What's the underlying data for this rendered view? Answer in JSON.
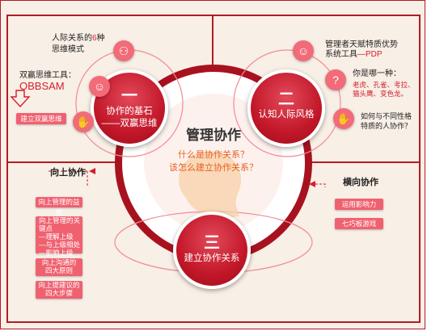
{
  "center": {
    "title": "管理协作",
    "q1": "什么是协作关系？",
    "q2": "该怎么建立协作关系？"
  },
  "circle_one": {
    "num": "一",
    "line1": "协作的基石",
    "line2": "——双赢思维"
  },
  "circle_two": {
    "num": "二",
    "line1": "认知人际风格"
  },
  "circle_three": {
    "num": "三",
    "line1": "建立协作关系"
  },
  "top_left": {
    "line1_a": "人际关系的",
    "line1_b": "6",
    "line1_c": "种",
    "line2": "思维模式",
    "tool_label": "双赢思维工具：",
    "tool_name": "OBBSAM",
    "build_label": "建立双赢思维"
  },
  "top_right": {
    "line1": "管理者天赋特质优势",
    "line2_a": "系统工具",
    "line2_b": "—PDP",
    "which_title": "你是哪一种：",
    "which_line1": "老虎、孔雀、考拉、",
    "which_line2": "猫头鹰、变色龙。",
    "how_line1": "如何与不同性格",
    "how_line2": "特质的人协作？"
  },
  "left_panel": {
    "title": "向上协作",
    "items": [
      {
        "lines": [
          "向上管理的益处"
        ]
      },
      {
        "lines": [
          "向上管理的关键点",
          "—理解上级",
          "—与上级相处",
          "—影响上级"
        ]
      },
      {
        "lines": [
          "向上沟通的",
          "四大原则"
        ]
      },
      {
        "lines": [
          "向上提建议的",
          "四大步骤"
        ]
      }
    ]
  },
  "right_panel": {
    "title": "横向协作",
    "items": [
      "运用影响力",
      "七巧板游戏"
    ]
  },
  "icons": {
    "people_icon": "people-network-icon",
    "group_icon": "group-icon",
    "handshake_icon": "handshake-icon",
    "question_icon": "question-icon"
  },
  "colors": {
    "primary": "#c21729",
    "accent": "#f06170",
    "background": "#f8efe6"
  }
}
